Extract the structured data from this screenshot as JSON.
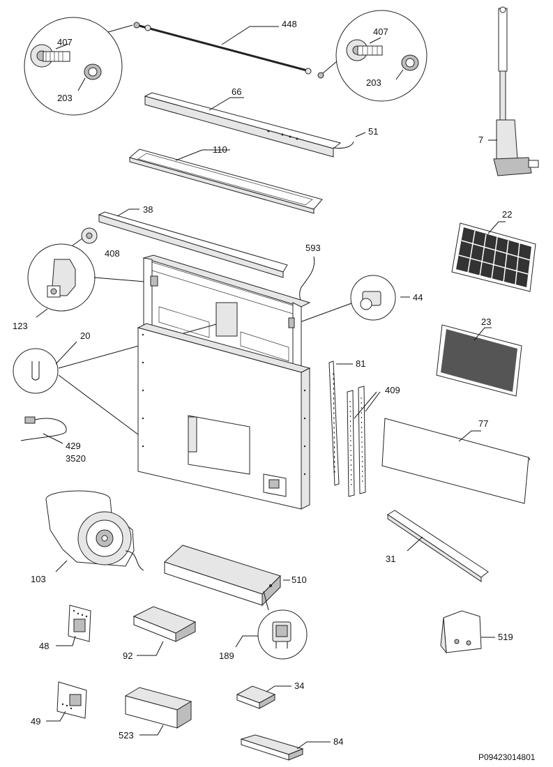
{
  "diagram": {
    "part_labels": {
      "p448": "448",
      "p407a": "407",
      "p203a": "203",
      "p407b": "407",
      "p203b": "203",
      "p7": "7",
      "p66": "66",
      "p51": "51",
      "p110": "110",
      "p38": "38",
      "p408": "408",
      "p22": "22",
      "p593": "593",
      "p123": "123",
      "p44": "44",
      "p20": "20",
      "p23": "23",
      "p81": "81",
      "p409": "409",
      "p77": "77",
      "p429": "429",
      "p3520": "3520",
      "p31": "31",
      "p103": "103",
      "p510": "510",
      "p48": "48",
      "p92": "92",
      "p189": "189",
      "p519": "519",
      "p34": "34",
      "p49": "49",
      "p523": "523",
      "p84": "84"
    },
    "drawing_code": "P09423014801"
  }
}
